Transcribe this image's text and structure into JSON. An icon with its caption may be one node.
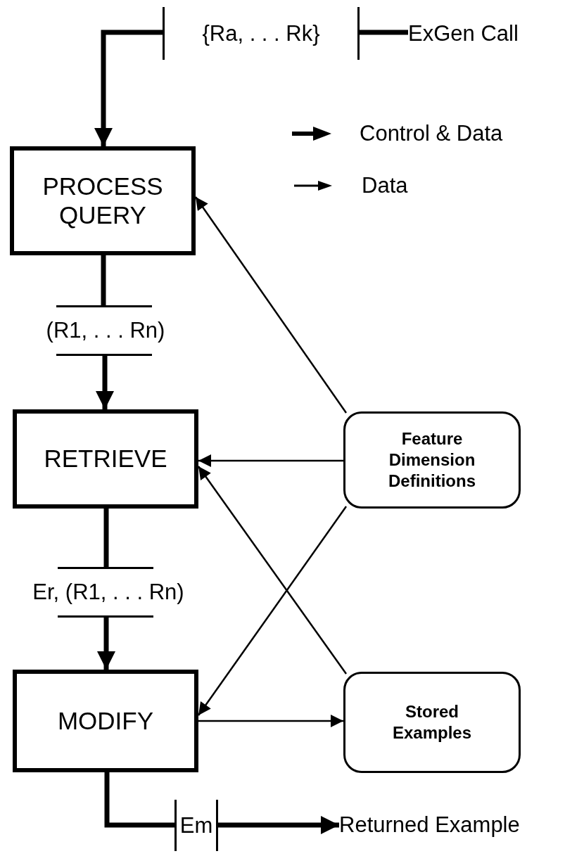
{
  "diagram": {
    "nodes": [
      {
        "text": [
          "ExGen Call"
        ]
      },
      {
        "text": [
          "{Ra, . . . Rk}"
        ]
      },
      {
        "text": [
          "PROCESS QUERY"
        ]
      },
      {
        "text": [
          "(R1, . . . Rn)"
        ]
      },
      {
        "text": [
          "RETRIEVE"
        ]
      },
      {
        "text": [
          "Er, (R1, . . . Rn)"
        ]
      },
      {
        "text": [
          "MODIFY"
        ]
      },
      {
        "text": [
          "Em"
        ]
      },
      {
        "text": [
          "Returned Example"
        ]
      },
      {
        "text": [
          "Feature Dimension Definitions"
        ]
      },
      {
        "text": [
          "Stored Examples"
        ]
      }
    ],
    "edges": [
      {
        "from": 0,
        "to": 1,
        "arrow": "none"
      },
      {
        "from": 1,
        "to": 2,
        "arrow": "to"
      },
      {
        "from": 2,
        "to": 3,
        "arrow": "none"
      },
      {
        "from": 3,
        "to": 4,
        "arrow": "to"
      },
      {
        "from": 4,
        "to": 5,
        "arrow": "none"
      },
      {
        "from": 5,
        "to": 6,
        "arrow": "to"
      },
      {
        "from": 6,
        "to": 7,
        "arrow": "none"
      },
      {
        "from": 7,
        "to": 8,
        "arrow": "to"
      },
      {
        "from": 9,
        "to": 2,
        "arrow": "to"
      },
      {
        "from": 9,
        "to": 4,
        "arrow": "to"
      },
      {
        "from": 9,
        "to": 6,
        "arrow": "to"
      },
      {
        "from": 10,
        "to": 4,
        "arrow": "to"
      },
      {
        "from": 6,
        "to": 10,
        "arrow": "to"
      }
    ],
    "legend": [
      {
        "text": "Control & Data"
      },
      {
        "text": "Data"
      }
    ]
  }
}
